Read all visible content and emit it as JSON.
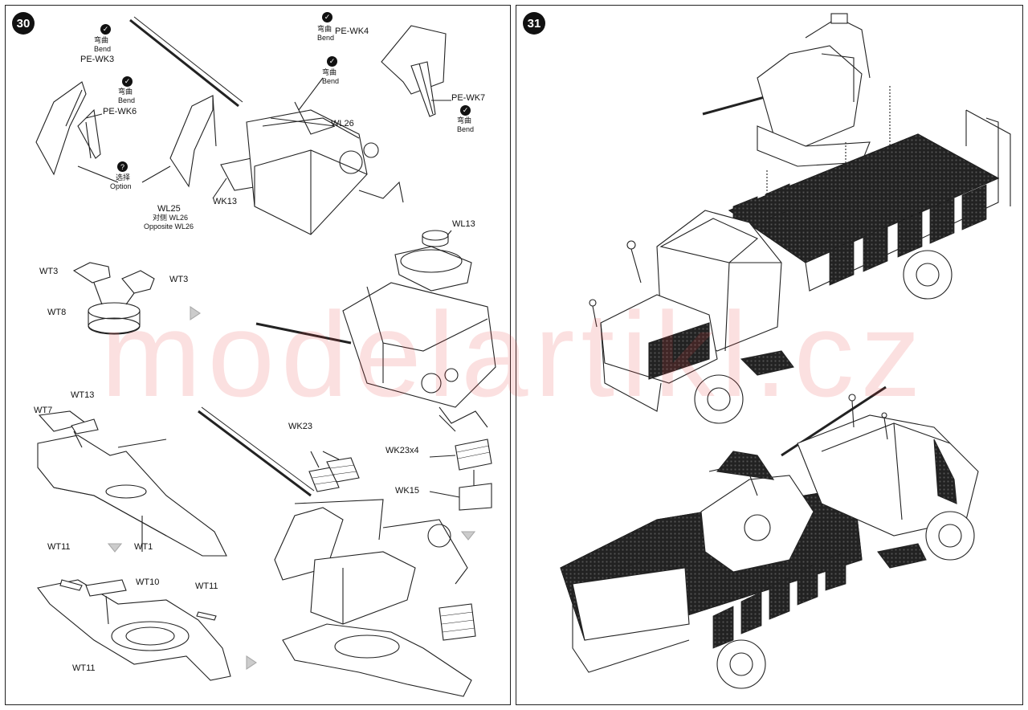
{
  "steps": {
    "left": "30",
    "right": "31"
  },
  "icons": {
    "bend": "check-icon",
    "option": "question-icon",
    "arrow": "arrow-right-icon"
  },
  "labels": {
    "bend_cn": "弯曲",
    "bend": "Bend",
    "option_cn": "选择",
    "option": "Option",
    "pe_wk3": "PE-WK3",
    "pe_wk6": "PE-WK6",
    "pe_wk4": "PE-WK4",
    "pe_wk7": "PE-WK7",
    "wl26": "WL26",
    "wl25": "WL25",
    "opp_cn": "对侧 WL26",
    "opp": "Opposite WL26",
    "wk13": "WK13",
    "wl13": "WL13",
    "wt3a": "WT3",
    "wt3b": "WT3",
    "wt8": "WT8",
    "wt13": "WT13",
    "wt7": "WT7",
    "wt1": "WT1",
    "wk23": "WK23",
    "wk23x4": "WK23x4",
    "wk15": "WK15",
    "wt11a": "WT11",
    "wt10": "WT10",
    "wt11b": "WT11",
    "wt11c": "WT11"
  },
  "watermark": "modelartikl.cz"
}
